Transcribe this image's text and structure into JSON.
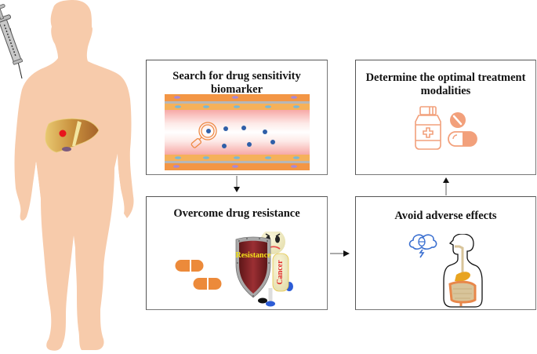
{
  "figure": {
    "panels": {
      "biomarker": {
        "title_line1": "Search for drug sensitivity",
        "title_line2": "biomarker"
      },
      "treatment": {
        "title_line1": "Determine the optimal treatment",
        "title_line2": "modalities"
      },
      "resistance": {
        "title": "Overcome drug resistance",
        "shield_label": "Resistance",
        "cell_label": "Cancer"
      },
      "adverse": {
        "title": "Avoid adverse effects"
      }
    },
    "flow": [
      "biomarker",
      "resistance",
      "adverse",
      "treatment"
    ],
    "colors": {
      "skin": "#f7cbab",
      "liver": "#c98a3e",
      "tumor": "#e8151c",
      "pill_orange": "#ec8a3a",
      "icon_salmon": "#f2a07b",
      "biomarker_dot": "#2f5fa8",
      "shield_red": "#7d2427",
      "shield_text": "#f5e51a",
      "cancer_text": "#e02a2a",
      "thought_blue": "#3a6fd0",
      "panel_border": "#555555"
    }
  }
}
